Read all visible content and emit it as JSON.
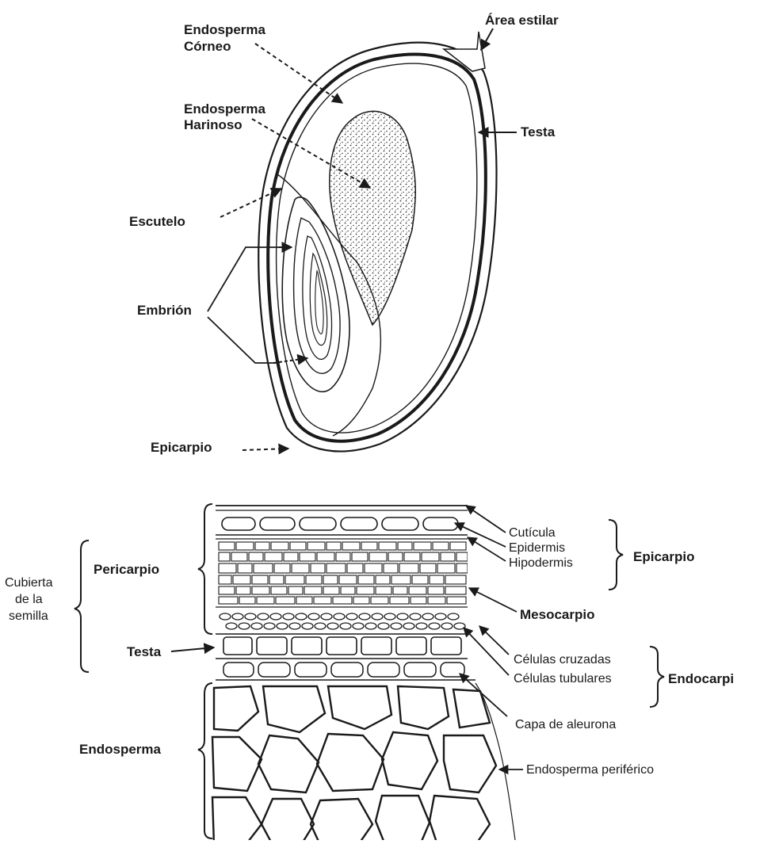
{
  "seed_diagram": {
    "labels": {
      "endosperma_corneo_1": "Endosperma",
      "endosperma_corneo_2": "Córneo",
      "area_estilar": "Área estilar",
      "endosperma_harinoso_1": "Endosperma",
      "endosperma_harinoso_2": "Harinoso",
      "testa": "Testa",
      "escutelo": "Escutelo",
      "embrion": "Embrión",
      "epicarpio": "Epicarpio"
    }
  },
  "cross_section": {
    "left_labels": {
      "cubierta_1": "Cubierta",
      "cubierta_2": "de la",
      "cubierta_3": "semilla",
      "pericarpio": "Pericarpio",
      "testa": "Testa",
      "endosperma": "Endosperma"
    },
    "right_labels": {
      "cuticula": "Cutícula",
      "epidermis": "Epidermis",
      "hipodermis": "Hipodermis",
      "epicarpio": "Epicarpio",
      "mesocarpio": "Mesocarpio",
      "celulas_cruzadas": "Células cruzadas",
      "celulas_tubulares": "Células tubulares",
      "endocarpio": "Endocarpi",
      "capa_aleurona": "Capa de aleurona",
      "endosperma_periferico": "Endosperma periférico"
    }
  }
}
